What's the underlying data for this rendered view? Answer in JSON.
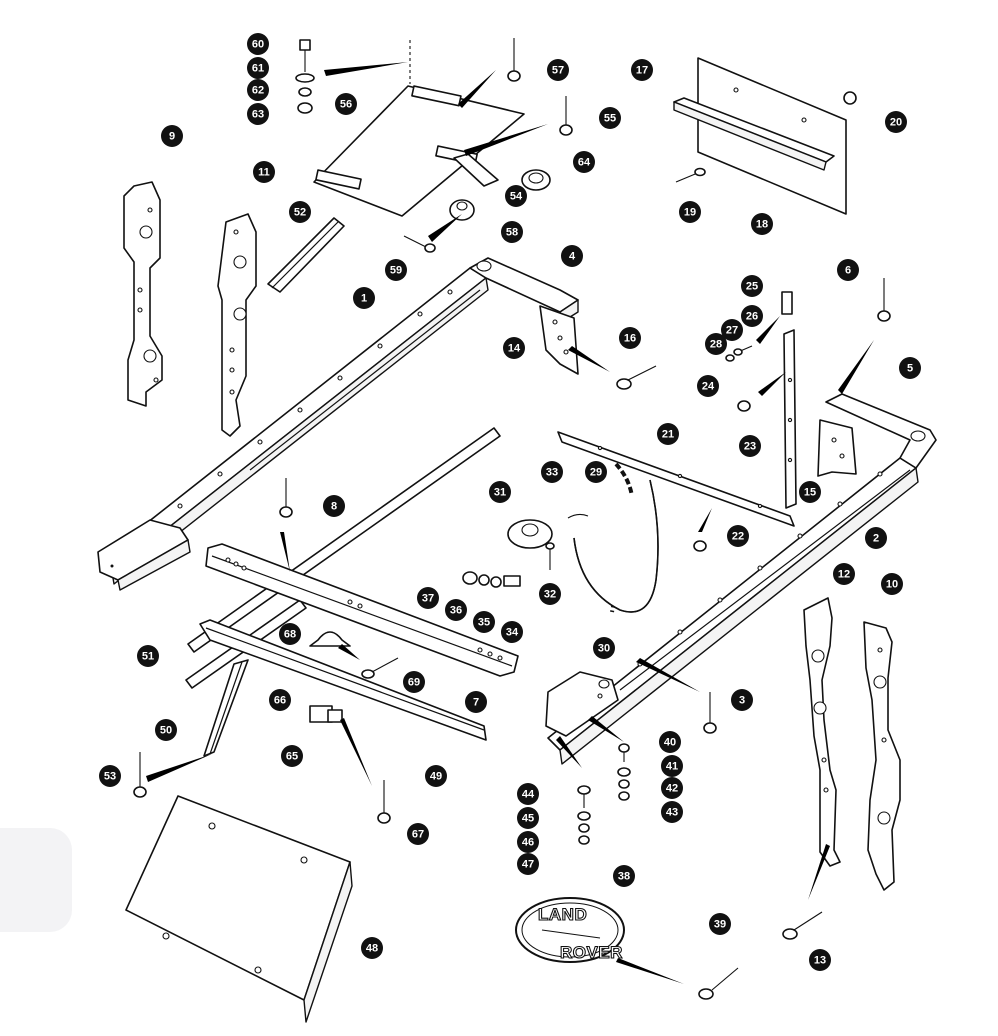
{
  "figure": {
    "badge": {
      "line1": "LAND",
      "line2": "ROVER"
    },
    "callouts": [
      {
        "label": "1"
      },
      {
        "label": "2"
      },
      {
        "label": "3"
      },
      {
        "label": "4"
      },
      {
        "label": "5"
      },
      {
        "label": "6"
      },
      {
        "label": "7"
      },
      {
        "label": "8"
      },
      {
        "label": "9"
      },
      {
        "label": "10"
      },
      {
        "label": "11"
      },
      {
        "label": "12"
      },
      {
        "label": "13"
      },
      {
        "label": "14"
      },
      {
        "label": "15"
      },
      {
        "label": "16"
      },
      {
        "label": "17"
      },
      {
        "label": "18"
      },
      {
        "label": "19"
      },
      {
        "label": "20"
      },
      {
        "label": "21"
      },
      {
        "label": "22"
      },
      {
        "label": "23"
      },
      {
        "label": "24"
      },
      {
        "label": "25"
      },
      {
        "label": "26"
      },
      {
        "label": "27"
      },
      {
        "label": "28"
      },
      {
        "label": "29"
      },
      {
        "label": "30"
      },
      {
        "label": "31"
      },
      {
        "label": "32"
      },
      {
        "label": "33"
      },
      {
        "label": "34"
      },
      {
        "label": "35"
      },
      {
        "label": "36"
      },
      {
        "label": "37"
      },
      {
        "label": "38"
      },
      {
        "label": "39"
      },
      {
        "label": "40"
      },
      {
        "label": "41"
      },
      {
        "label": "42"
      },
      {
        "label": "43"
      },
      {
        "label": "44"
      },
      {
        "label": "45"
      },
      {
        "label": "46"
      },
      {
        "label": "47"
      },
      {
        "label": "48"
      },
      {
        "label": "49"
      },
      {
        "label": "50"
      },
      {
        "label": "51"
      },
      {
        "label": "52"
      },
      {
        "label": "53"
      },
      {
        "label": "54"
      },
      {
        "label": "55"
      },
      {
        "label": "56"
      },
      {
        "label": "57"
      },
      {
        "label": "58"
      },
      {
        "label": "59"
      },
      {
        "label": "60"
      },
      {
        "label": "61"
      },
      {
        "label": "62"
      },
      {
        "label": "63"
      },
      {
        "label": "64"
      },
      {
        "label": "65"
      },
      {
        "label": "66"
      },
      {
        "label": "67"
      },
      {
        "label": "68"
      },
      {
        "label": "69"
      }
    ]
  }
}
